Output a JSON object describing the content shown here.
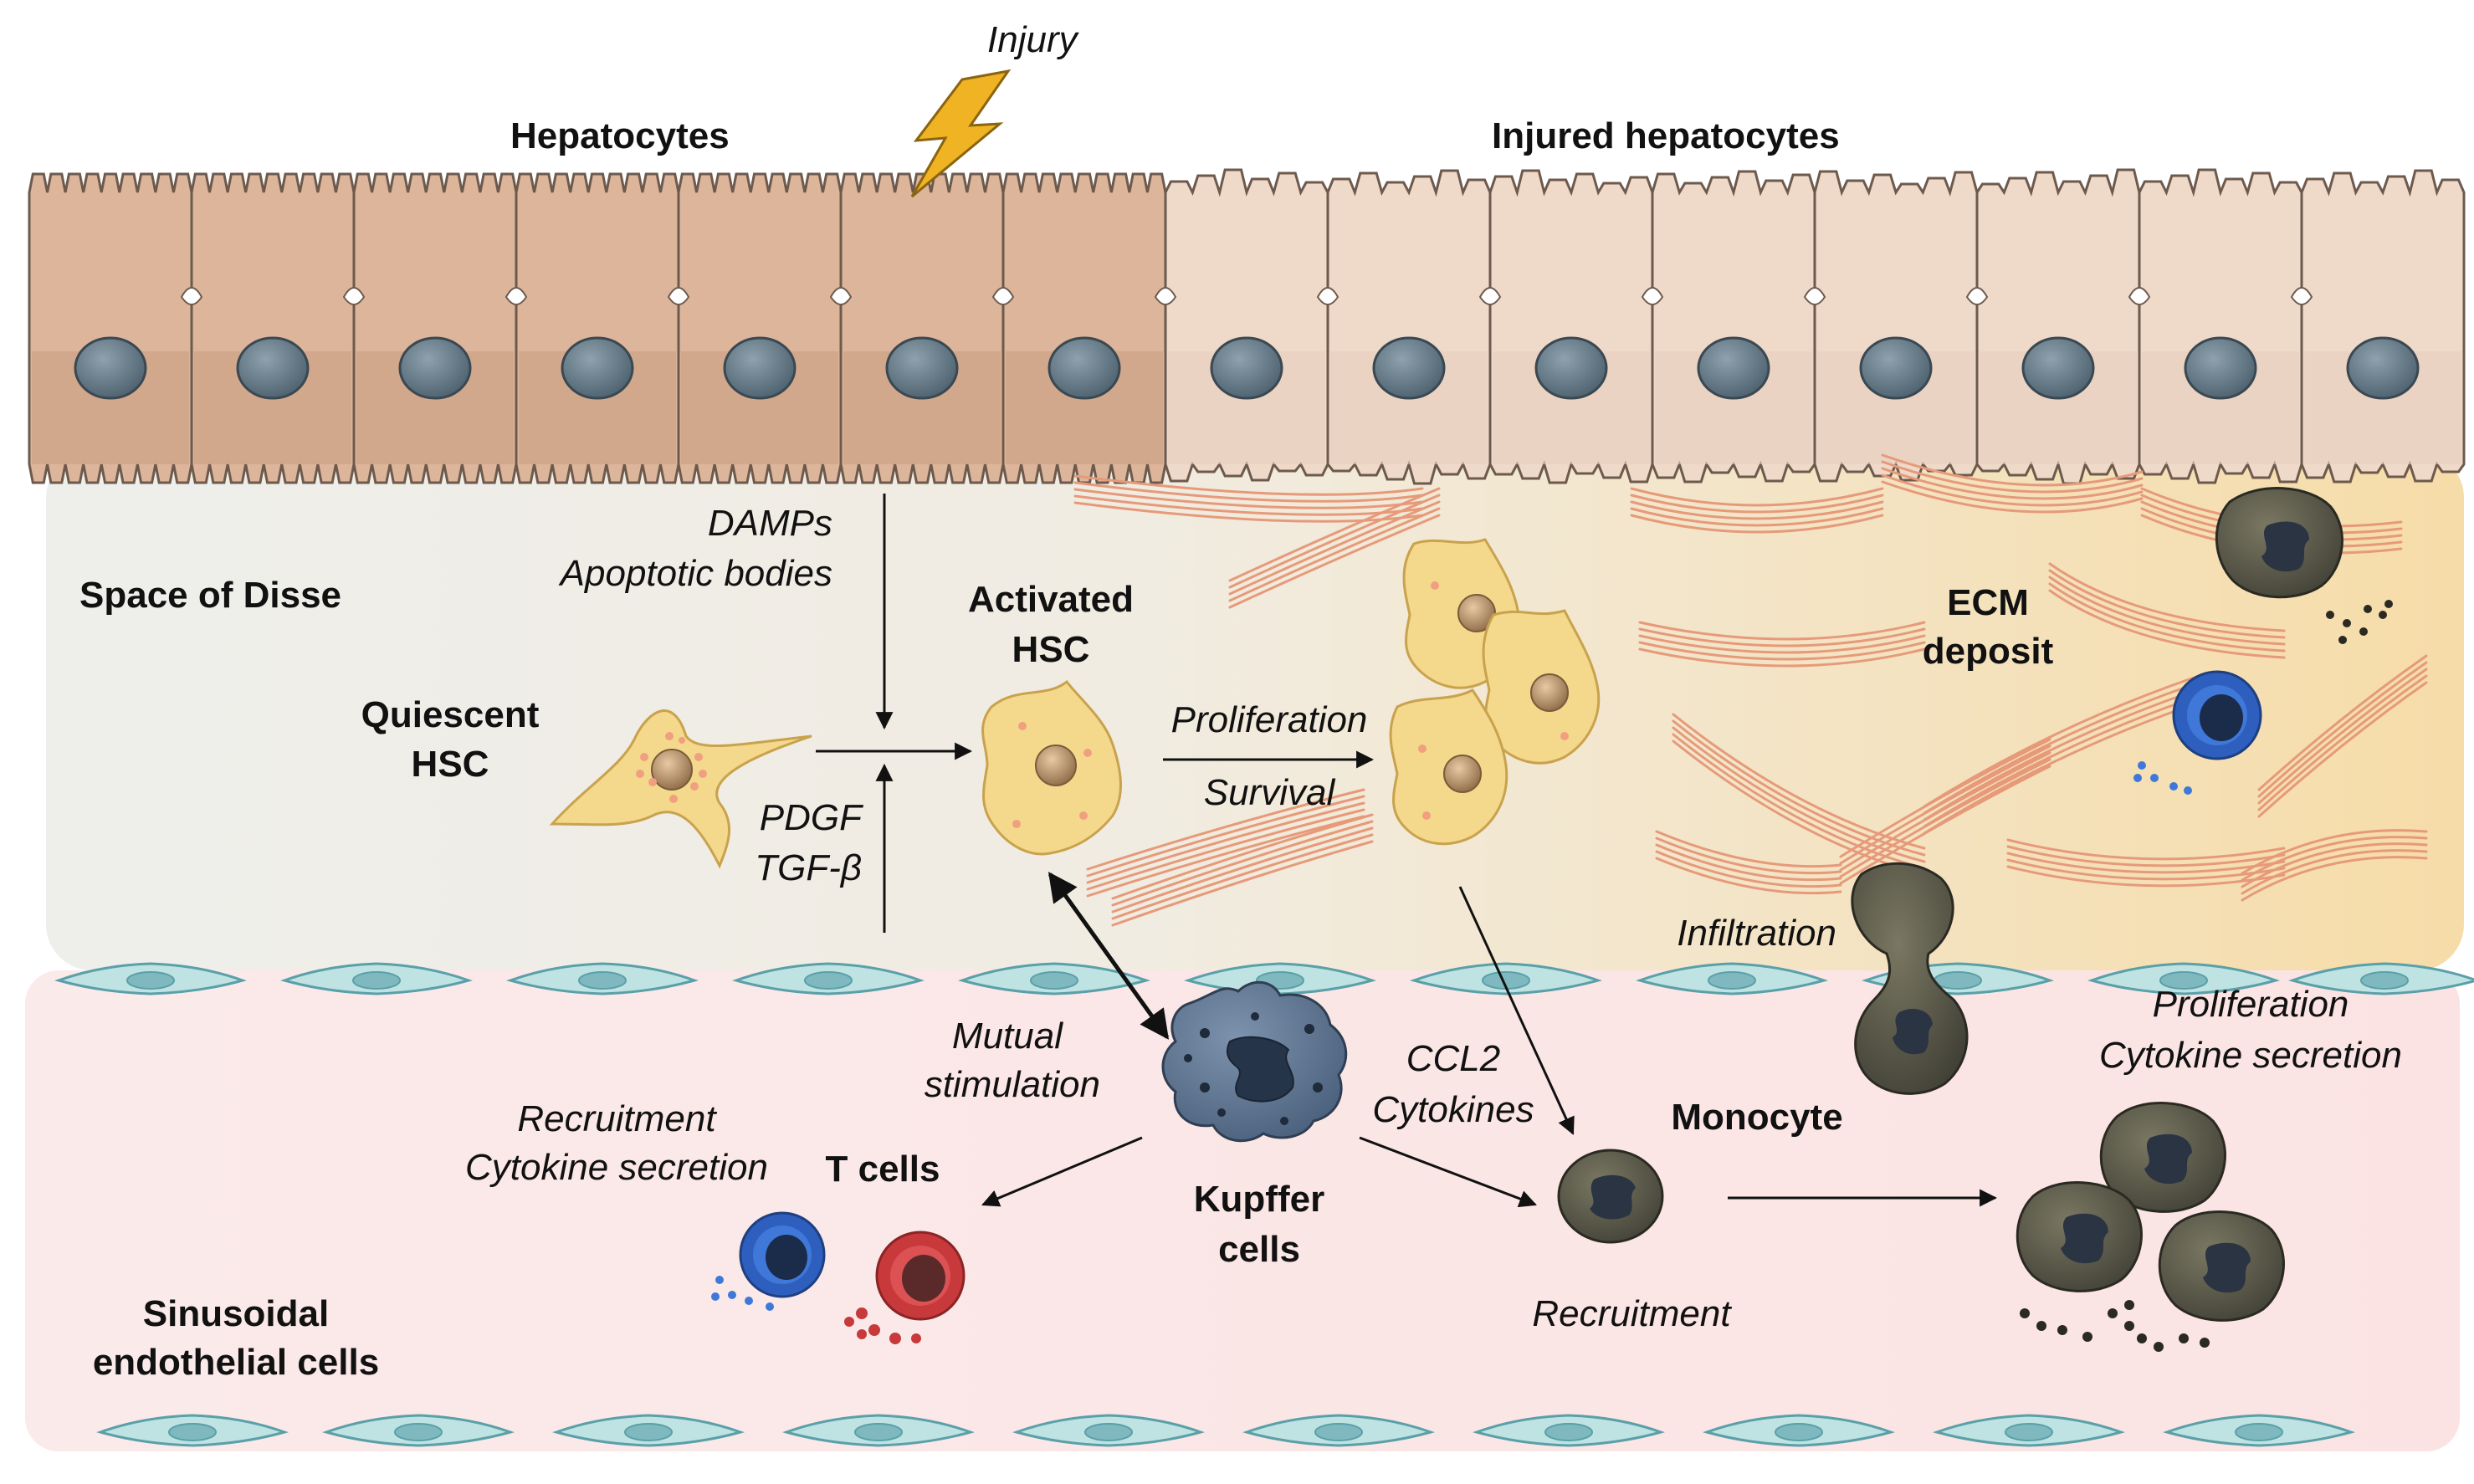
{
  "labels": {
    "injury": "Injury",
    "hepatocytes": "Hepatocytes",
    "injured_hepatocytes": "Injured hepatocytes",
    "space_of_disse": "Space of Disse",
    "damps": "DAMPs",
    "apoptotic_bodies": "Apoptotic bodies",
    "quiescent": "Quiescent",
    "hsc_q": "HSC",
    "pdgf": "PDGF",
    "tgfb": "TGF-β",
    "activated": "Activated",
    "hsc_a": "HSC",
    "proliferation": "Proliferation",
    "survival": "Survival",
    "ecm": "ECM",
    "deposit": "deposit",
    "infiltration": "Infiltration",
    "mutual": "Mutual",
    "stimulation": "stimulation",
    "ccl2": "CCL2",
    "cytokines": "Cytokines",
    "monocyte": "Monocyte",
    "prolif_right": "Proliferation",
    "cytokine_secretion_right": "Cytokine secretion",
    "recruitment_left": "Recruitment",
    "cytokine_secretion_left": "Cytokine secretion",
    "t_cells": "T cells",
    "kupffer": "Kupffer",
    "cells": "cells",
    "recruitment_mono": "Recruitment",
    "sinusoidal": "Sinusoidal",
    "endothelial_cells": "endothelial cells"
  },
  "colors": {
    "hepatocyte": "#dcb59b",
    "hepatocyte_dark": "#c99c80",
    "injured_hepatocyte": "#efd9c9",
    "nucleus": "#5f7482",
    "disse_left": "#eeeeeb",
    "disse_right": "#f5dfb0",
    "sinusoid": "#fbe6e6",
    "hsc": "#f4d88c",
    "hsc_stroke": "#c9a24d",
    "collagen": "#e69a7a",
    "endothelial": "#bfe3e3",
    "endothelial_stroke": "#5aa0a8",
    "kupffer": "#58708e",
    "monocyte": "#4e4c40",
    "t_cell_blue": "#2e5fbf",
    "t_cell_red": "#c8393b",
    "lightning": "#f0b323"
  }
}
